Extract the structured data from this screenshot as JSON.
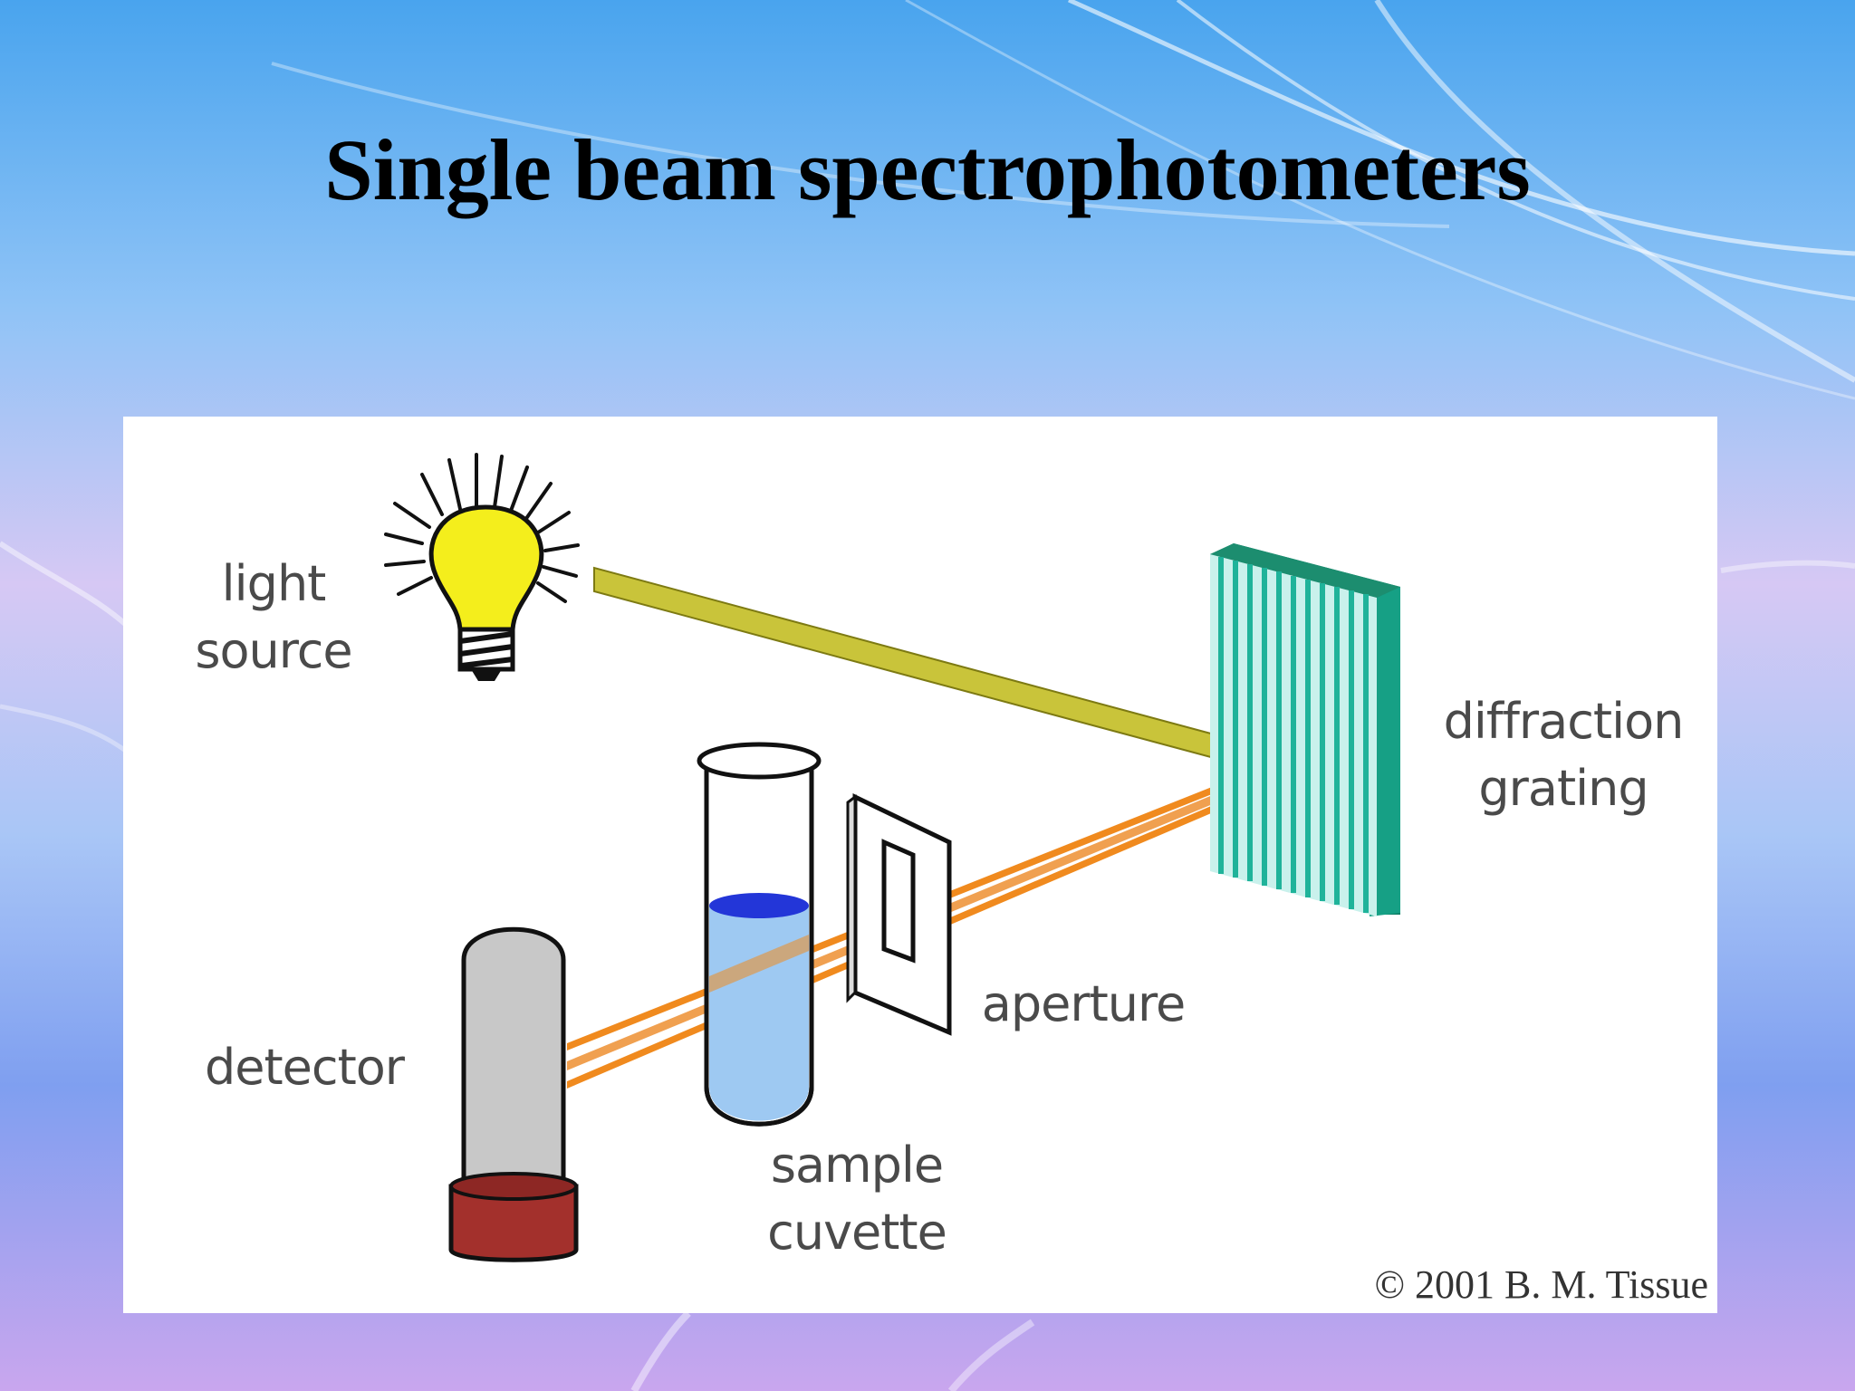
{
  "slide": {
    "title": "Single beam spectrophotometers"
  },
  "diagram": {
    "labels": {
      "light_source": [
        "light",
        "source"
      ],
      "diffraction_grating": [
        "diffraction",
        "grating"
      ],
      "aperture": "aperture",
      "detector": "detector",
      "sample_cuvette": [
        "sample",
        "cuvette"
      ]
    },
    "copyright": "© 2001 B. M. Tissue",
    "colors": {
      "bulb": "#f4ee1c",
      "incident_beam": "#c9c43a",
      "dispersed_beam": "#f08a1e",
      "grating": "#1fa98c",
      "sample_liquid": "#9ec9f2",
      "liquid_surface": "#2336d8",
      "detector_body": "#c8c8c8",
      "detector_base": "#a3302c"
    },
    "icons": [
      "light-bulb-icon",
      "diffraction-grating-icon",
      "aperture-slit-icon",
      "test-tube-icon",
      "detector-icon"
    ]
  }
}
